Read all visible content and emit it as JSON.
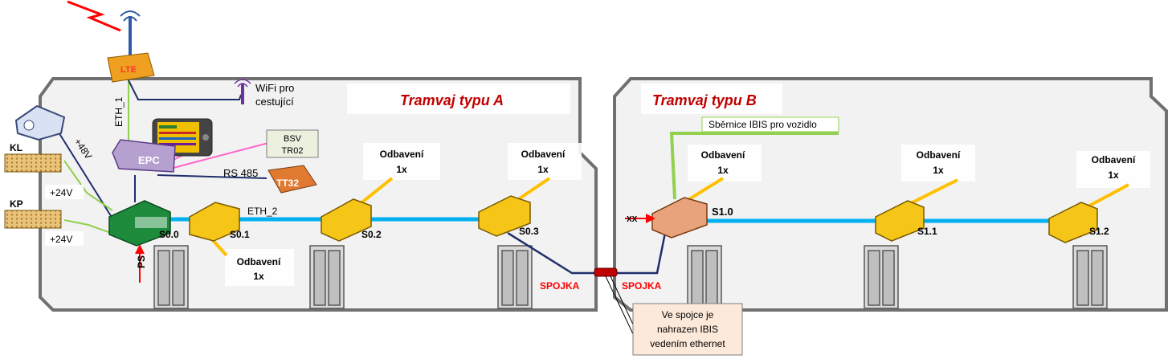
{
  "trams": [
    {
      "title": "Tramvaj typu A"
    },
    {
      "title": "Tramvaj typu B"
    }
  ],
  "devices": {
    "lte": "LTE",
    "epc": "EPC",
    "tt32": "TT32",
    "bsv_line1": "BSV",
    "bsv_line2": "TR02",
    "kl": "KL",
    "kp": "KP"
  },
  "labels": {
    "wifi_line1": "WiFi pro",
    "wifi_line2": "cestující",
    "eth1": "ETH_1",
    "eth2": "ETH_2",
    "rs485": "RS 485",
    "v48": "+48V",
    "v24a": "+24V",
    "v24b": "+24V",
    "ps": "PS",
    "xx": "XX",
    "ibis_bus": "Sběrnice IBIS pro vozidlo",
    "spojka_a": "SPOJKA",
    "spojka_b": "SPOJKA",
    "note_line1": "Ve spojce je",
    "note_line2": "nahrazen IBIS",
    "note_line3": "vedením ethernet"
  },
  "switches": [
    "S0.0",
    "S0.1",
    "S0.2",
    "S0.3",
    "S1.0",
    "S1.1",
    "S1.2"
  ],
  "odbaveni": [
    {
      "line1": "Odbavení",
      "line2": "1x"
    },
    {
      "line1": "Odbavení",
      "line2": "1x"
    },
    {
      "line1": "Odbavení",
      "line2": "1x"
    },
    {
      "line1": "Odbavení",
      "line2": "1x"
    },
    {
      "line1": "Odbavení",
      "line2": "1x"
    },
    {
      "line1": "Odbavení",
      "line2": "1x"
    }
  ],
  "colors": {
    "ethernet": "#00b0f0",
    "ibis": "#92d050",
    "odbaveni_link": "#ffc000",
    "title": "#c00000",
    "switch_yellow": "#f5c518",
    "switch_green": "#1e8a3c",
    "switch_coupler": "#e8a27c",
    "epc": "#b6a0d0",
    "tt32": "#e07a30",
    "tram_body": "#f2f2f2",
    "tram_border": "#707070"
  }
}
